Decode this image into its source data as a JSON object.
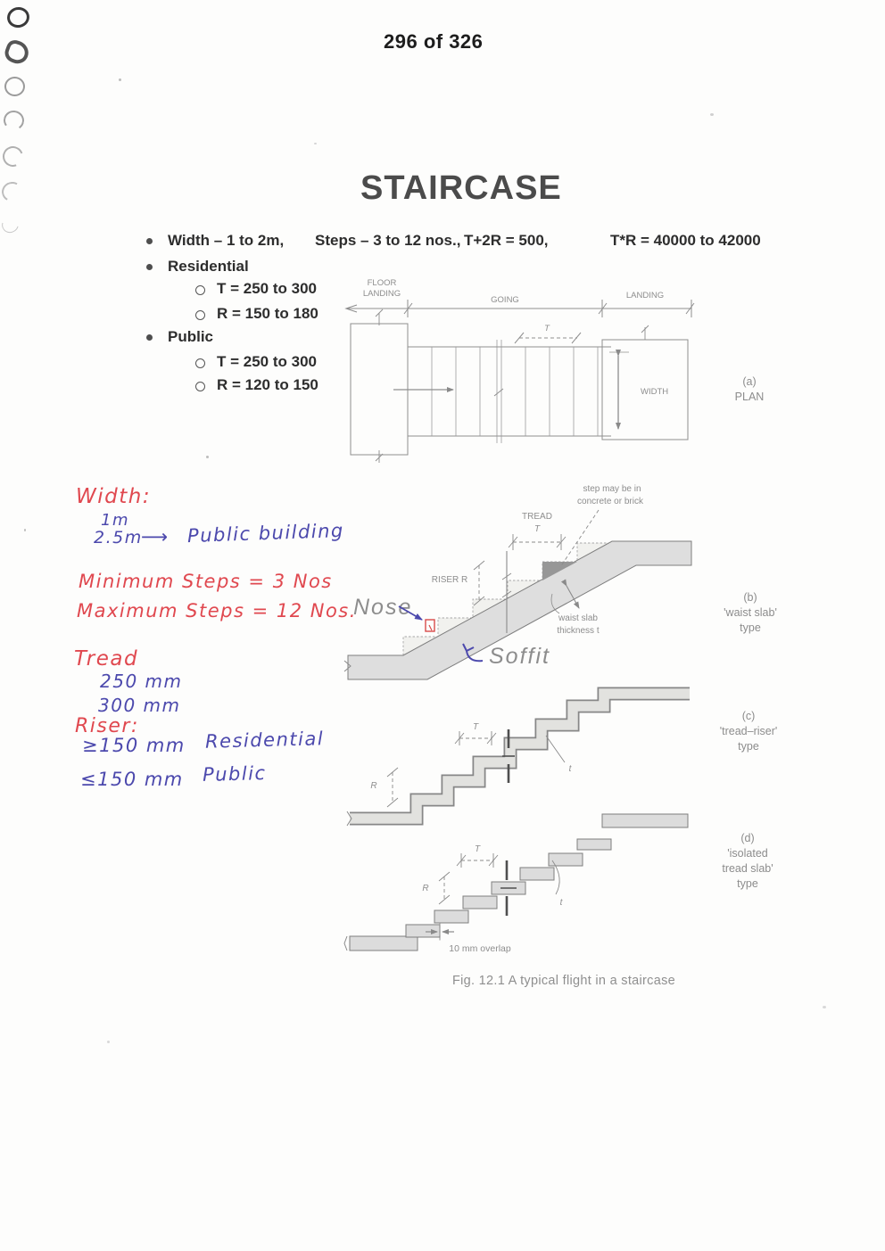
{
  "page": {
    "page_number": "296 of 326",
    "title": "STAIRCASE",
    "figure_caption": "Fig. 12.1  A typical flight in a staircase"
  },
  "specs": {
    "width": "Width – 1 to 2m,",
    "steps": "Steps – 3 to 12 nos.,",
    "t_plus_2r": "T+2R = 500,",
    "t_times_r": "T*R = 40000 to 42000",
    "residential": {
      "label": "Residential",
      "t": "T = 250 to 300",
      "r": "R = 150 to 180"
    },
    "public": {
      "label": "Public",
      "t": "T = 250 to 300",
      "r": "R = 120 to 150"
    }
  },
  "plan": {
    "floor": "FLOOR",
    "landing_left": "LANDING",
    "going": "GOING",
    "landing_right": "LANDING",
    "t": "T",
    "width": "WIDTH",
    "panel": "(a)",
    "panel_name": "PLAN"
  },
  "waist": {
    "note_line1": "step may be in",
    "note_line2": "concrete or brick",
    "tread": "TREAD",
    "t": "T",
    "riser": "RISER R",
    "waist_line1": "waist slab",
    "waist_line2": "thickness t",
    "panel": "(b)",
    "panel_name": "'waist slab'",
    "panel_sub": "type"
  },
  "tread_riser": {
    "t": "T",
    "r": "R",
    "thickness": "t",
    "panel": "(c)",
    "panel_name": "'tread–riser'",
    "panel_sub": "type"
  },
  "isolated": {
    "t": "T",
    "r": "R",
    "thickness": "t",
    "overlap": "10 mm overlap",
    "panel": "(d)",
    "panel_name_line1": "'isolated",
    "panel_name_line2": "tread slab'",
    "panel_sub": "type"
  },
  "handwriting": {
    "width_heading": "Width:",
    "width_value1": "1m",
    "width_value2": "2.5m",
    "arrow_glyph": "⟶",
    "width_note": "Public building",
    "min_steps": "Minimum Steps = 3 Nos",
    "max_steps": "Maximum Steps = 12 Nos.",
    "tread_heading": "Tread",
    "tread_value1": "250 mm",
    "tread_value2": "300 mm",
    "riser_heading": "Riser:",
    "riser_value1": "≥150 mm",
    "riser_note1": "Residential",
    "riser_value2": "≤150 mm",
    "riser_note2": "Public",
    "nose": "Nose",
    "soffit": "Soffit"
  },
  "colors": {
    "red-ink": "#e0484f",
    "blue-ink": "#4c49ad",
    "print-dark": "#2d2d2d",
    "diagram-gray": "#8a8a8a"
  }
}
